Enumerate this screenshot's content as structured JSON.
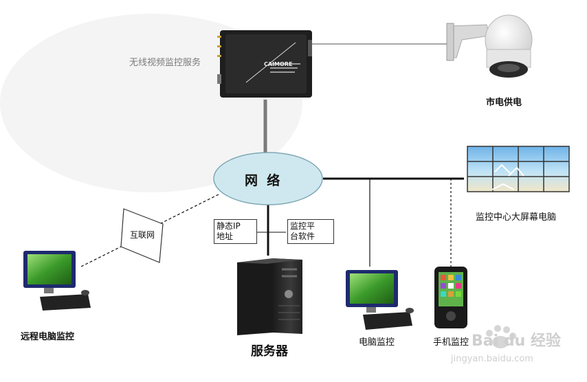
{
  "labels": {
    "service": "无线视频监控服务",
    "mains_power": "市电供电",
    "network": "网  络",
    "internet": "互联网",
    "static_ip": "静态IP\n地址",
    "platform": "监控平\n台软件",
    "big_screen": "监控中心大屏幕电脑",
    "remote_pc": "远程电脑监控",
    "server": "服务器",
    "pc_monitor": "电脑监控",
    "phone_monitor": "手机监控",
    "device_brand": "CAIMORE"
  },
  "watermark": {
    "brand": "Bai du 经验",
    "url": "jingyan.baidu.com"
  },
  "colors": {
    "cloud_fill": "#cfe8ef",
    "cloud_stroke": "#7fa8b4",
    "line_dark": "#111111",
    "line_gray": "#8a8a8a",
    "screen_green": "#3b9a2a",
    "server_dark": "#2a2a2a"
  }
}
